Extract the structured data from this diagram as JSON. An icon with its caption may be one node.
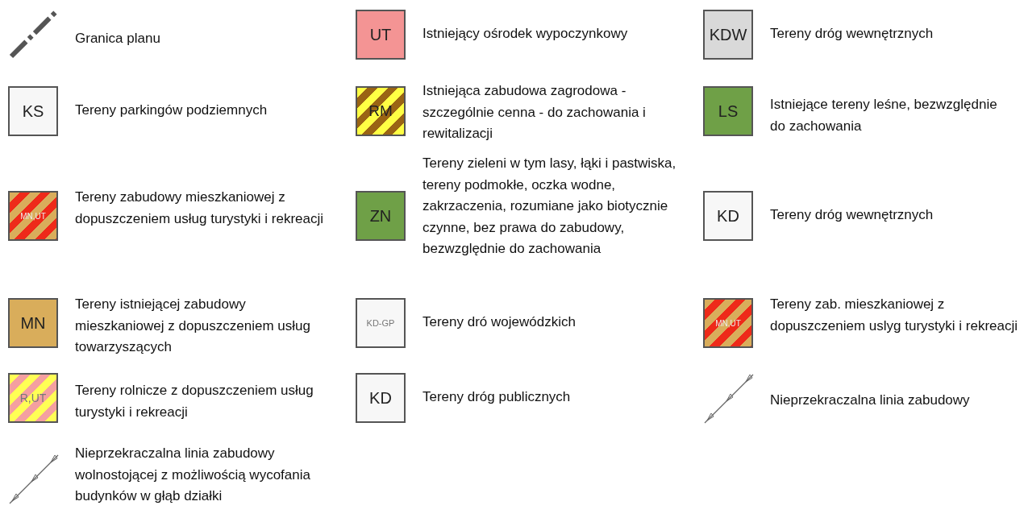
{
  "diagram": {
    "nodes": [
      {
        "text": [
          "UT"
        ],
        "beside": [
          "Istniejący ośrodek wypoczynkowy"
        ]
      },
      {
        "text": [
          "KDW"
        ],
        "beside": [
          "Tereny dróg wewnętrznych"
        ]
      },
      {
        "text": [
          "KS"
        ],
        "beside": [
          "Tereny parkingów podziemnych"
        ]
      },
      {
        "text": [
          "RM"
        ],
        "beside": [
          "Istniejąca zabudowa zagrodowa - szczególnie cenna - do zachowania i rewitalizacji"
        ]
      },
      {
        "text": [
          "LS"
        ],
        "beside": [
          "Istniejące tereny leśne, bezwzględnie do zachowania"
        ]
      },
      {
        "text": [
          "MN,UT"
        ],
        "beside": [
          "Tereny zabudowy mieszkaniowej z dopuszczeniem usług turystyki i rekreacji"
        ]
      },
      {
        "text": [
          "ZN"
        ],
        "beside": [
          "Tereny zieleni w tym lasy, łąki i pastwiska, tereny podmokłe, oczka wodne, zakrzaczenia, rozumiane jako biotycznie czynne, bez prawa do zabudowy, bezwzględnie do zachowania"
        ]
      },
      {
        "text": [
          "KD"
        ],
        "beside": [
          "Tereny dróg wewnętrznych"
        ]
      },
      {
        "text": [
          "MN"
        ],
        "beside": [
          "Tereny istniejącej zabudowy mieszkaniowej z dopuszczeniem usług towarzyszących"
        ]
      },
      {
        "text": [
          "KD-GP"
        ],
        "beside": [
          "Tereny dró wojewódzkich"
        ]
      },
      {
        "text": [
          "MN,UT"
        ],
        "beside": [
          "Tereny zab. mieszkaniowej z dopuszczeniem uslyg turystyki i rekreacji"
        ]
      },
      {
        "text": [
          "R,UT"
        ],
        "beside": [
          "Tereny rolnicze z dopuszczeniem usług turystyki i rekreacji"
        ]
      },
      {
        "text": [
          "KD"
        ],
        "beside": [
          "Tereny dróg publicznych"
        ]
      }
    ],
    "legend": [
      {
        "text": "Granica planu"
      },
      {
        "text": "Nieprzekraczalna linia zabudowy"
      },
      {
        "text": "Nieprzekraczalna linia zabudowy wolnostojącej z możliwością wycofania budynków w głąb działki"
      }
    ]
  }
}
